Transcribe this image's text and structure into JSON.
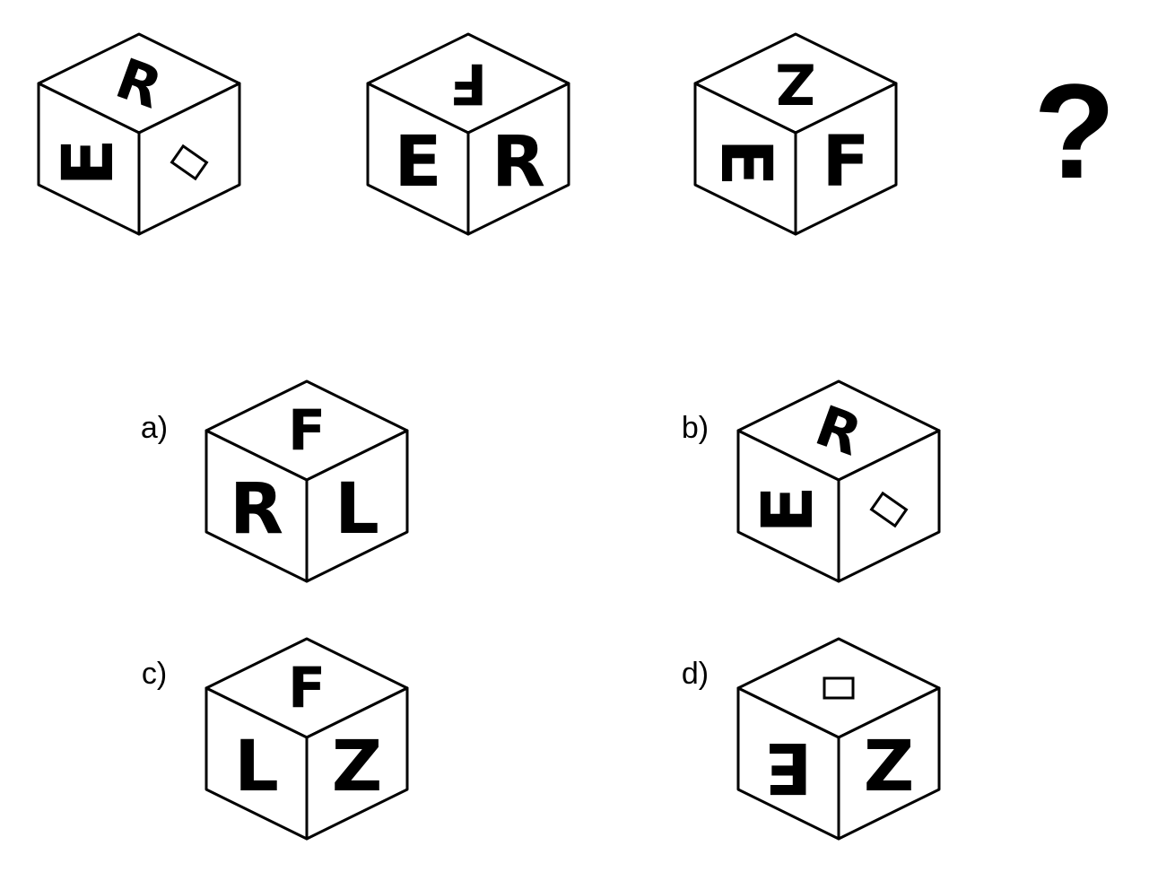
{
  "question_mark": "?",
  "cubes": [
    {
      "id": "cube-1",
      "top": {
        "text": "R",
        "rot": 20
      },
      "left": {
        "text": "E",
        "rot": -90
      },
      "right": {
        "symbol": "rectangle",
        "rot": 35
      }
    },
    {
      "id": "cube-2",
      "top": {
        "text": "F",
        "rot": 180
      },
      "left": {
        "text": "E",
        "rot": 0
      },
      "right": {
        "text": "R",
        "rot": 0
      }
    },
    {
      "id": "cube-3",
      "top": {
        "text": "Z",
        "rot": 180
      },
      "left": {
        "text": "E",
        "rot": 90
      },
      "right": {
        "text": "F",
        "rot": 0
      }
    },
    {
      "id": "option-a",
      "label": "a)",
      "top": {
        "text": "F",
        "rot": 0
      },
      "left": {
        "text": "R",
        "rot": 0
      },
      "right": {
        "text": "L",
        "rot": 0
      }
    },
    {
      "id": "option-b",
      "label": "b)",
      "top": {
        "text": "R",
        "rot": 20
      },
      "left": {
        "text": "E",
        "rot": -90
      },
      "right": {
        "symbol": "rectangle",
        "rot": 35
      }
    },
    {
      "id": "option-c",
      "label": "c)",
      "top": {
        "text": "F",
        "rot": 0
      },
      "left": {
        "text": "L",
        "rot": 0
      },
      "right": {
        "text": "Z",
        "rot": 0
      }
    },
    {
      "id": "option-d",
      "label": "d)",
      "top": {
        "symbol": "rectangle",
        "rot": 0
      },
      "left": {
        "text": "E",
        "rot": 180
      },
      "right": {
        "text": "Z",
        "rot": 0
      }
    }
  ]
}
